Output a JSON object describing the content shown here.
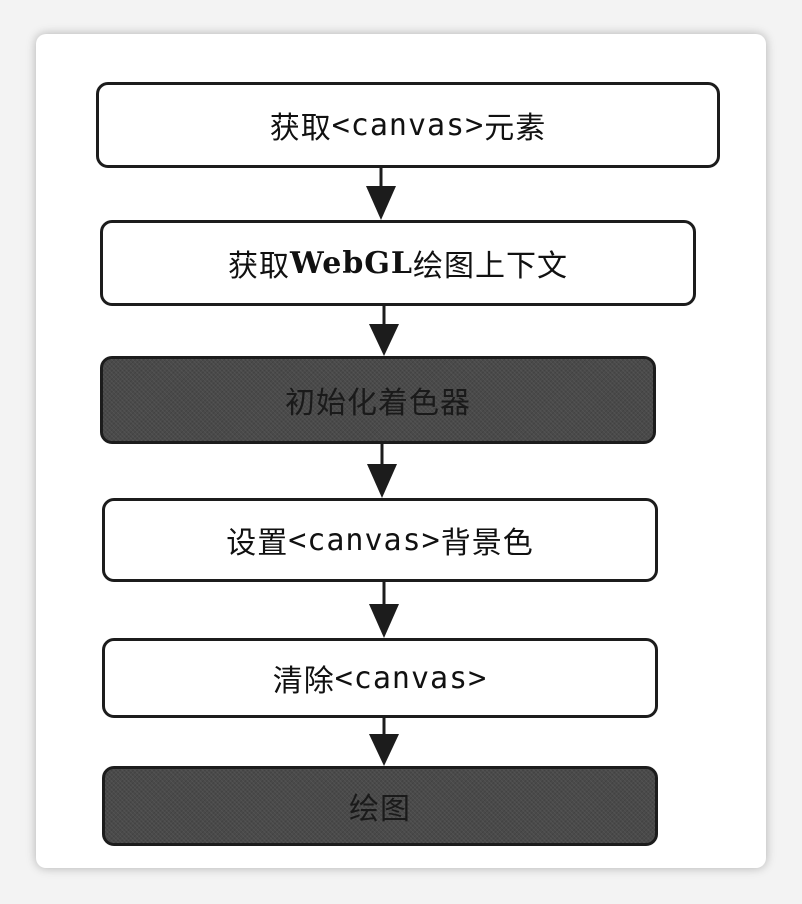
{
  "steps": [
    {
      "prefix": "获取",
      "code": "<canvas>",
      "suffix": "元素",
      "shaded": false
    },
    {
      "prefix": "获取",
      "code": "WebGL",
      "suffix": "绘图上下文",
      "shaded": false
    },
    {
      "prefix": "初始化着色器",
      "code": "",
      "suffix": "",
      "shaded": true
    },
    {
      "prefix": "设置",
      "code": "<canvas>",
      "suffix": "背景色",
      "shaded": false
    },
    {
      "prefix": "清除",
      "code": "<canvas>",
      "suffix": "",
      "shaded": false
    },
    {
      "prefix": "绘图",
      "code": "",
      "suffix": "",
      "shaded": true
    }
  ],
  "colors": {
    "border": "#1c1c1c",
    "shaded_fill": "#4a4a4a",
    "arrow": "#1c1c1c"
  }
}
